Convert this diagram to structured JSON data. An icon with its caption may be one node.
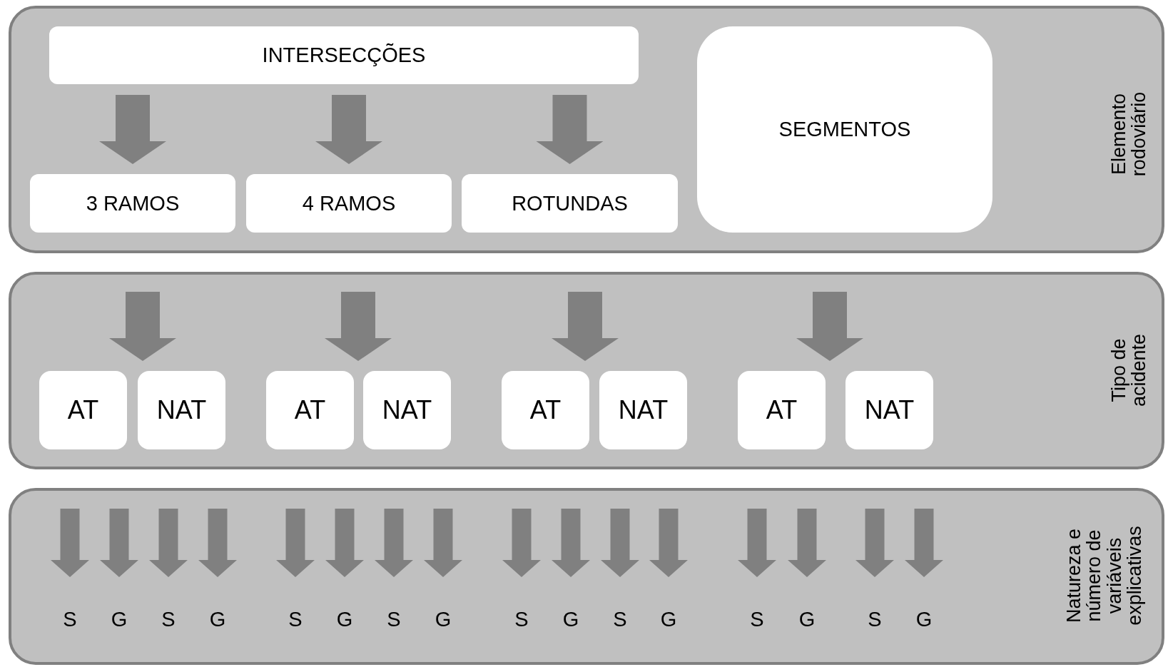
{
  "diagram": {
    "nodes": [
      {
        "text": [
          "Elemento rodoviário"
        ]
      },
      {
        "text": [
          "INTERSECÇÕES"
        ],
        "in": 0
      },
      {
        "text": [
          "3 RAMOS"
        ],
        "in": 0
      },
      {
        "text": [
          "4 RAMOS"
        ],
        "in": 0
      },
      {
        "text": [
          "ROTUNDAS"
        ],
        "in": 0
      },
      {
        "text": [
          "SEGMENTOS"
        ],
        "in": 0
      },
      {
        "text": [
          "Tipo de acidente"
        ]
      },
      {
        "text": [
          "AT"
        ],
        "in": 6
      },
      {
        "text": [
          "NAT"
        ],
        "in": 6
      },
      {
        "text": [
          "AT"
        ],
        "in": 6
      },
      {
        "text": [
          "NAT"
        ],
        "in": 6
      },
      {
        "text": [
          "AT"
        ],
        "in": 6
      },
      {
        "text": [
          "NAT"
        ],
        "in": 6
      },
      {
        "text": [
          "AT"
        ],
        "in": 6
      },
      {
        "text": [
          "NAT"
        ],
        "in": 6
      },
      {
        "text": [
          "Natureza e número de variáveis explicativas"
        ]
      },
      {
        "text": [
          "S"
        ],
        "in": 15
      },
      {
        "text": [
          "G"
        ],
        "in": 15
      },
      {
        "text": [
          "S"
        ],
        "in": 15
      },
      {
        "text": [
          "G"
        ],
        "in": 15
      },
      {
        "text": [
          "S"
        ],
        "in": 15
      },
      {
        "text": [
          "G"
        ],
        "in": 15
      },
      {
        "text": [
          "S"
        ],
        "in": 15
      },
      {
        "text": [
          "G"
        ],
        "in": 15
      },
      {
        "text": [
          "S"
        ],
        "in": 15
      },
      {
        "text": [
          "G"
        ],
        "in": 15
      },
      {
        "text": [
          "S"
        ],
        "in": 15
      },
      {
        "text": [
          "G"
        ],
        "in": 15
      },
      {
        "text": [
          "S"
        ],
        "in": 15
      },
      {
        "text": [
          "G"
        ],
        "in": 15
      },
      {
        "text": [
          "S"
        ],
        "in": 15
      },
      {
        "text": [
          "G"
        ],
        "in": 15
      }
    ],
    "edges": [
      {
        "from": 1,
        "to": 2,
        "arrow": "to"
      },
      {
        "from": 1,
        "to": 3,
        "arrow": "to"
      },
      {
        "from": 1,
        "to": 4,
        "arrow": "to"
      },
      {
        "from": null,
        "to": 7,
        "arrow": "to"
      },
      {
        "from": null,
        "to": 8,
        "arrow": "to"
      },
      {
        "from": null,
        "to": 9,
        "arrow": "to"
      },
      {
        "from": null,
        "to": 10,
        "arrow": "to"
      },
      {
        "from": null,
        "to": 11,
        "arrow": "to"
      },
      {
        "from": null,
        "to": 12,
        "arrow": "to"
      },
      {
        "from": null,
        "to": 13,
        "arrow": "to"
      },
      {
        "from": null,
        "to": 14,
        "arrow": "to"
      },
      {
        "from": null,
        "to": 16,
        "arrow": "to"
      },
      {
        "from": null,
        "to": 17,
        "arrow": "to"
      },
      {
        "from": null,
        "to": 18,
        "arrow": "to"
      },
      {
        "from": null,
        "to": 19,
        "arrow": "to"
      },
      {
        "from": null,
        "to": 20,
        "arrow": "to"
      },
      {
        "from": null,
        "to": 21,
        "arrow": "to"
      },
      {
        "from": null,
        "to": 22,
        "arrow": "to"
      },
      {
        "from": null,
        "to": 23,
        "arrow": "to"
      },
      {
        "from": null,
        "to": 24,
        "arrow": "to"
      },
      {
        "from": null,
        "to": 25,
        "arrow": "to"
      },
      {
        "from": null,
        "to": 26,
        "arrow": "to"
      },
      {
        "from": null,
        "to": 27,
        "arrow": "to"
      },
      {
        "from": null,
        "to": 28,
        "arrow": "to"
      },
      {
        "from": null,
        "to": 29,
        "arrow": "to"
      },
      {
        "from": null,
        "to": 30,
        "arrow": "to"
      },
      {
        "from": null,
        "to": 31,
        "arrow": "to"
      }
    ]
  }
}
